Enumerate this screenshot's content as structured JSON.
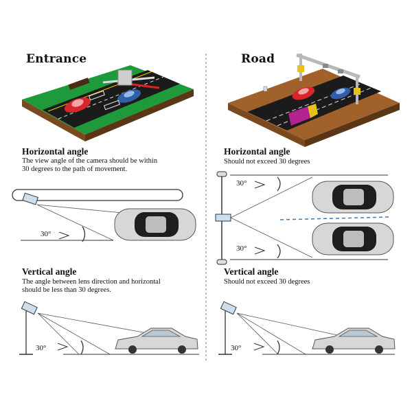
{
  "left": {
    "title": "Entrance",
    "horizontal": {
      "heading": "Horizontal angle",
      "text_line1": "The view angle of the camera should be within",
      "text_line2": "30 degrees to the path of movement.",
      "angle_label": "30°"
    },
    "vertical": {
      "heading": "Vertical angle",
      "text_line1": "The angle between lens direction and horizontal",
      "text_line2": "should be less than 30 degrees.",
      "angle_label": "30°"
    }
  },
  "right": {
    "title": "Road",
    "horizontal": {
      "heading": "Horizontal angle",
      "text_line1": "Should not exceed 30 degrees",
      "angle_label_top": "30°",
      "angle_label_bottom": "30°"
    },
    "vertical": {
      "heading": "Vertical angle",
      "text_line1": "Should not exceed 30 degrees",
      "angle_label": "30°"
    }
  },
  "colors": {
    "grass": "#1f9a3a",
    "dirt": "#a0622a",
    "road": "#1b1b1b",
    "car_red": "#d9262c",
    "car_blue": "#2f5fa8",
    "truck_magenta": "#b3238f",
    "gantry_yellow": "#e7c21a",
    "dashed_blue": "#3a78b5"
  }
}
